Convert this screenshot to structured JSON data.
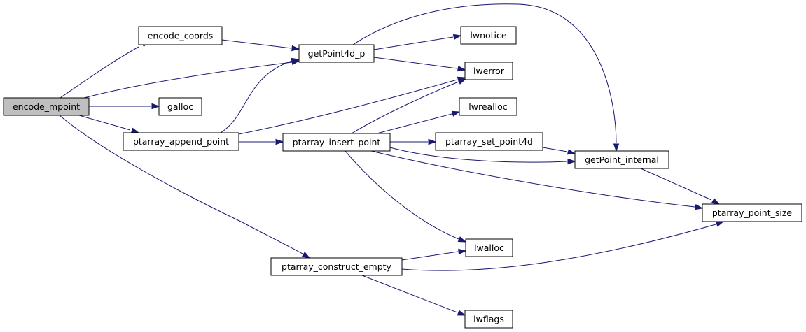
{
  "graph": {
    "colors": {
      "edge": "#191970",
      "node_fill": "#ffffff",
      "root_fill": "#bfbfbf",
      "border": "#000000"
    },
    "nodes": [
      {
        "id": "encode_mpoint",
        "label": "encode_mpoint",
        "root": true
      },
      {
        "id": "encode_coords",
        "label": "encode_coords"
      },
      {
        "id": "galloc",
        "label": "galloc"
      },
      {
        "id": "ptarray_append_point",
        "label": "ptarray_append_point"
      },
      {
        "id": "ptarray_construct_empty",
        "label": "ptarray_construct_empty"
      },
      {
        "id": "getPoint4d_p",
        "label": "getPoint4d_p"
      },
      {
        "id": "ptarray_insert_point",
        "label": "ptarray_insert_point"
      },
      {
        "id": "lwnotice",
        "label": "lwnotice"
      },
      {
        "id": "lwerror",
        "label": "lwerror"
      },
      {
        "id": "lwrealloc",
        "label": "lwrealloc"
      },
      {
        "id": "ptarray_set_point4d",
        "label": "ptarray_set_point4d"
      },
      {
        "id": "lwalloc",
        "label": "lwalloc"
      },
      {
        "id": "lwflags",
        "label": "lwflags"
      },
      {
        "id": "getPoint_internal",
        "label": "getPoint_internal"
      },
      {
        "id": "ptarray_point_size",
        "label": "ptarray_point_size"
      }
    ],
    "edges": [
      {
        "from": "encode_mpoint",
        "to": "encode_coords"
      },
      {
        "from": "encode_mpoint",
        "to": "getPoint4d_p"
      },
      {
        "from": "encode_mpoint",
        "to": "galloc"
      },
      {
        "from": "encode_mpoint",
        "to": "ptarray_append_point"
      },
      {
        "from": "encode_mpoint",
        "to": "ptarray_construct_empty"
      },
      {
        "from": "encode_coords",
        "to": "getPoint4d_p"
      },
      {
        "from": "getPoint4d_p",
        "to": "lwnotice"
      },
      {
        "from": "getPoint4d_p",
        "to": "lwerror"
      },
      {
        "from": "getPoint4d_p",
        "to": "getPoint_internal"
      },
      {
        "from": "ptarray_append_point",
        "to": "getPoint4d_p"
      },
      {
        "from": "ptarray_append_point",
        "to": "lwerror"
      },
      {
        "from": "ptarray_append_point",
        "to": "ptarray_insert_point"
      },
      {
        "from": "ptarray_insert_point",
        "to": "lwerror"
      },
      {
        "from": "ptarray_insert_point",
        "to": "lwrealloc"
      },
      {
        "from": "ptarray_insert_point",
        "to": "ptarray_set_point4d"
      },
      {
        "from": "ptarray_insert_point",
        "to": "getPoint_internal"
      },
      {
        "from": "ptarray_insert_point",
        "to": "ptarray_point_size"
      },
      {
        "from": "ptarray_insert_point",
        "to": "lwalloc"
      },
      {
        "from": "ptarray_set_point4d",
        "to": "getPoint_internal"
      },
      {
        "from": "getPoint_internal",
        "to": "ptarray_point_size"
      },
      {
        "from": "ptarray_construct_empty",
        "to": "lwalloc"
      },
      {
        "from": "ptarray_construct_empty",
        "to": "ptarray_point_size"
      },
      {
        "from": "ptarray_construct_empty",
        "to": "lwflags"
      }
    ]
  }
}
